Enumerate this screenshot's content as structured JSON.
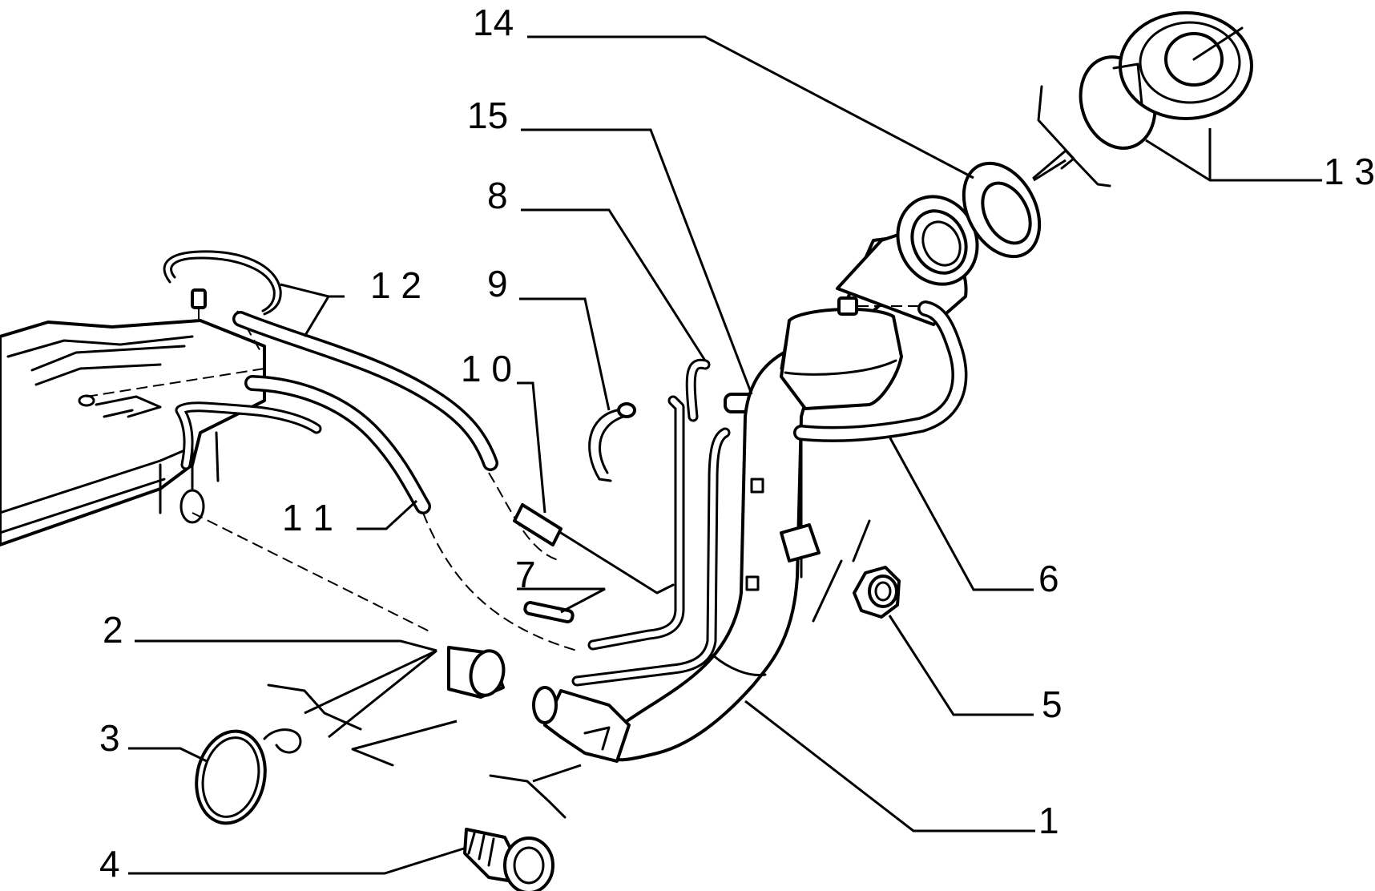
{
  "callouts": {
    "c1": "1",
    "c2": "2",
    "c3": "3",
    "c4": "4",
    "c5": "5",
    "c6": "6",
    "c7": "7",
    "c8": "8",
    "c9": "9",
    "c10": "1 0",
    "c11": "1 1",
    "c12": "1 2",
    "c13": "1 3",
    "c14": "14",
    "c15": "15"
  }
}
